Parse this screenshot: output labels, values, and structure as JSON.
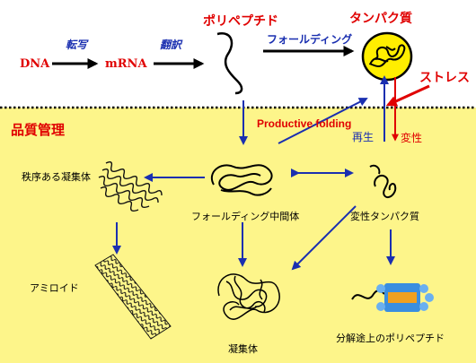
{
  "top": {
    "dna": "DNA",
    "transcription": "転写",
    "mrna": "mRNA",
    "translation": "翻訳",
    "polypeptide": "ポリペプチド",
    "folding": "フォールディング",
    "protein": "タンパク質",
    "stress": "ストレス"
  },
  "qc": {
    "title": "品質管理",
    "productive_folding": "Productive folding",
    "regeneration": "再生",
    "denaturation": "変性",
    "ordered_aggregate": "秩序ある凝集体",
    "folding_intermediate": "フォールディング中間体",
    "denatured_protein": "変性タンパク質",
    "amyloid": "アミロイド",
    "aggregate": "凝集体",
    "degrading_polypeptide": "分解途上のポリペプチド"
  },
  "colors": {
    "qc_background": "#fdf58a",
    "arrow_blue": "#1a2fb0",
    "label_red": "#e00000"
  }
}
